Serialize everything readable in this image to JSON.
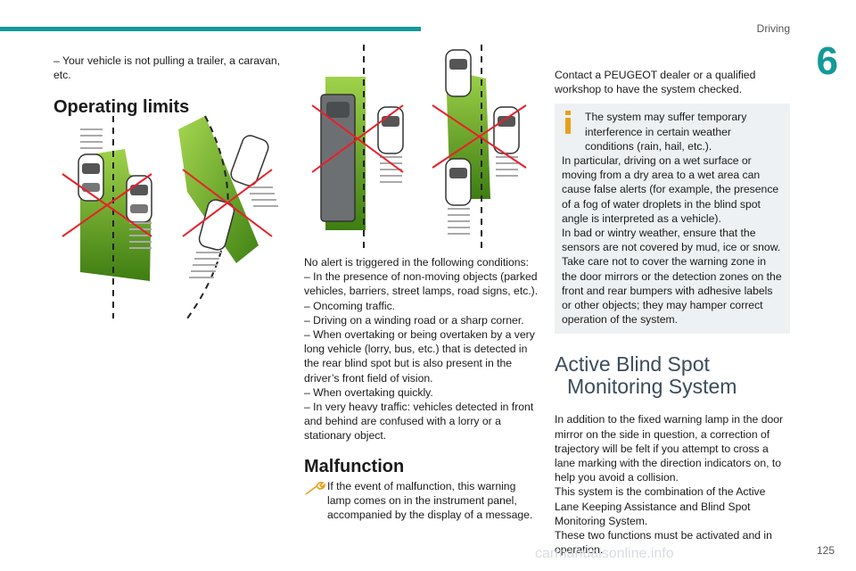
{
  "header": {
    "section": "Driving",
    "chapter": "6",
    "page": "125"
  },
  "col1": {
    "intro": "– Your vehicle is not pulling a trailer, a caravan, etc.",
    "heading": "Operating limits"
  },
  "col2": {
    "list": [
      "No alert is triggered in the following conditions:",
      "– In the presence of non-moving objects (parked vehicles, barriers, street lamps, road signs, etc.).",
      "– Oncoming traffic.",
      "– Driving on a winding road or a sharp corner.",
      "– When overtaking or being overtaken by a very long vehicle (lorry, bus, etc.) that is detected in the rear blind spot but is also present in the driver’s front field of vision.",
      "– When overtaking quickly.",
      "– In very heavy traffic: vehicles detected in front and behind are confused with a lorry or a stationary object."
    ],
    "malfunction_heading": "Malfunction",
    "malfunction_text": "If the event of malfunction, this warning lamp comes on in the instrument panel, accompanied by the display of a message."
  },
  "col3": {
    "contact": "Contact a PEUGEOT dealer or a qualified workshop to have the system checked.",
    "note_lead": "The system may suffer temporary interference in certain weather conditions (rain, hail, etc.).",
    "note_body": [
      "In particular, driving on a wet surface or moving from a dry area to a wet area can cause false alerts (for example, the presence of a fog of water droplets in the blind spot angle is interpreted as a vehicle).",
      "In bad or wintry weather, ensure that the sensors are not covered by mud, ice or snow.",
      "Take care not to cover the warning zone in the door mirrors or the detection zones on the front and rear bumpers with adhesive labels or other objects; they may hamper correct operation of the system."
    ],
    "active_heading_1": "Active Blind Spot",
    "active_heading_2": "Monitoring System",
    "active_text": [
      "In addition to the fixed warning lamp in the door mirror on the side in question, a correction of trajectory will be felt if you attempt to cross a lane marking with the direction indicators on, to help you avoid a collision.",
      "This system is the combination of the Active Lane Keeping Assistance and Blind Spot Monitoring System.",
      "These two functions must be activated and in operation."
    ]
  },
  "footer": {
    "watermark": "carmanualsonline.info"
  },
  "colors": {
    "accent": "#139a98",
    "zone_green": "#4c9a1e",
    "cross_red": "#e8202a",
    "note_bg": "#eef1f3"
  }
}
